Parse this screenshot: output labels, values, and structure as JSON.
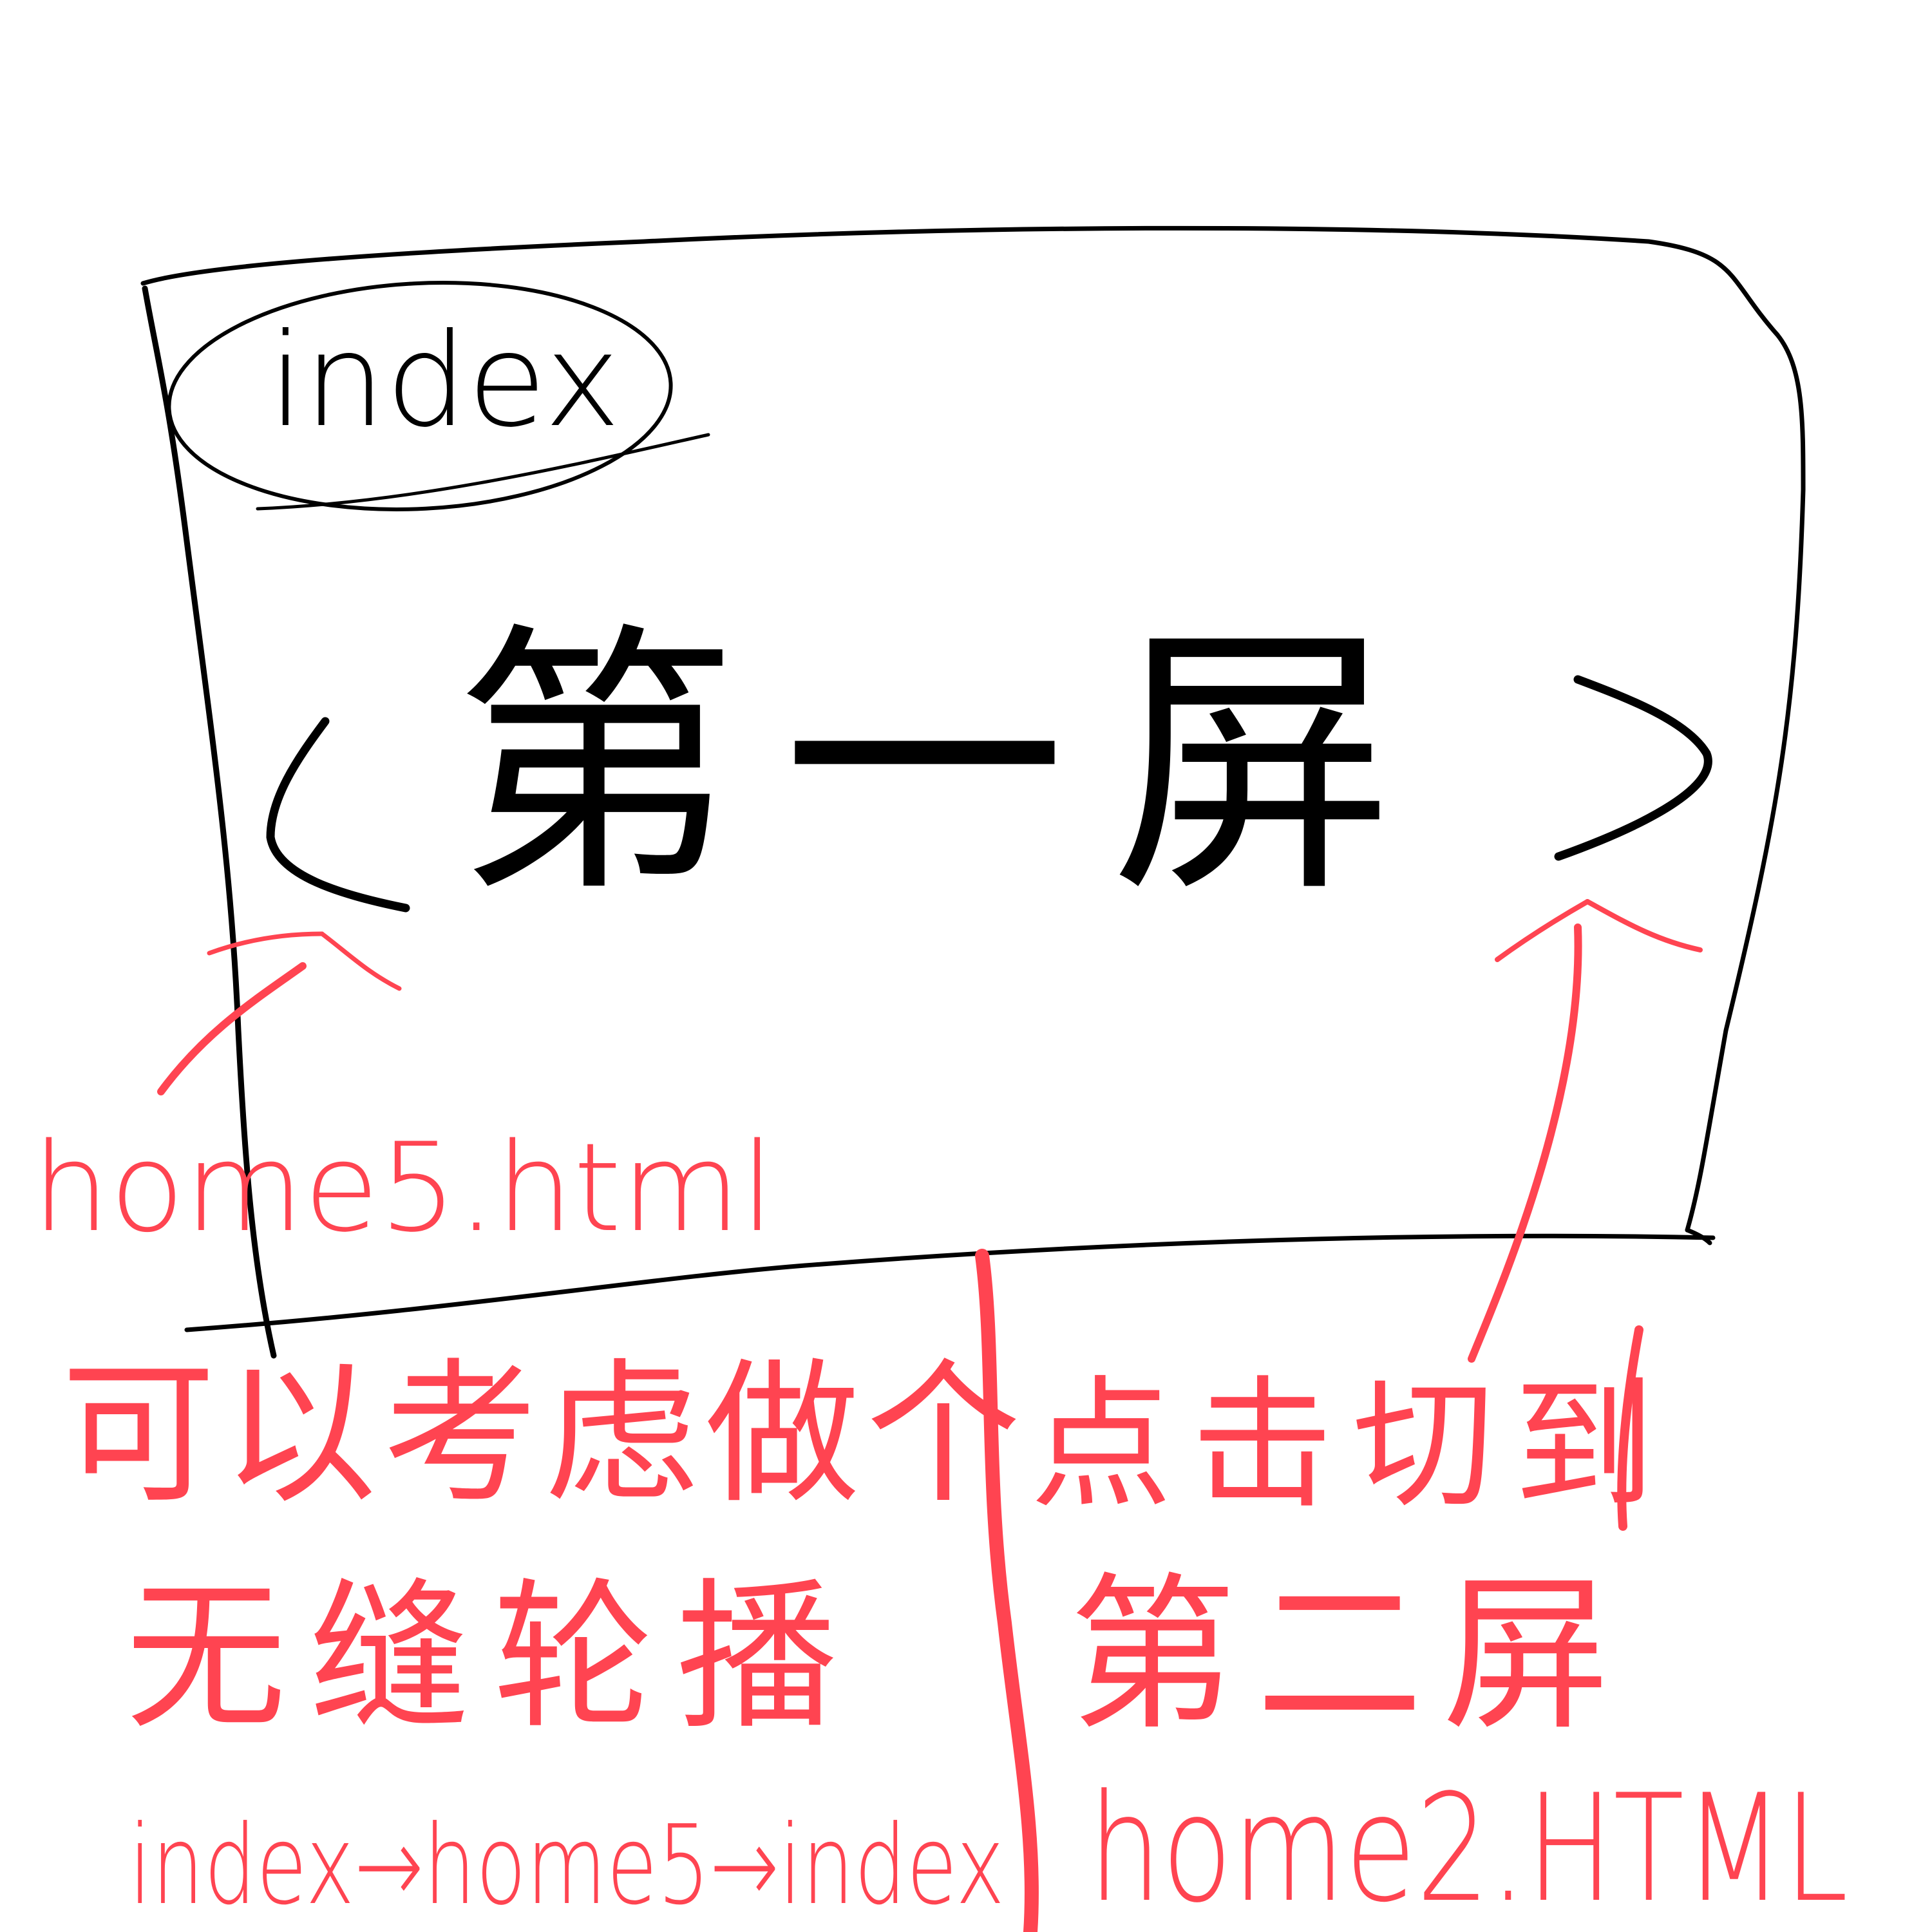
{
  "page_label": "index",
  "screen_label": "第一屏",
  "prev_arrow_glyph": "<",
  "next_arrow_glyph": ">",
  "prev_link": "home5.html",
  "note_left": {
    "line1": "可以考虑做个",
    "line2": "无缝轮播",
    "line3": "index→home5→index"
  },
  "note_right": {
    "line1": "点击切到",
    "line2": "第二屏",
    "line3": "home2.HTML"
  },
  "colors": {
    "ink": "#000000",
    "annotation": "#ff4451",
    "paper": "#ffffff"
  },
  "icons": {
    "prev": "chevron-left-icon",
    "next": "chevron-right-icon"
  }
}
